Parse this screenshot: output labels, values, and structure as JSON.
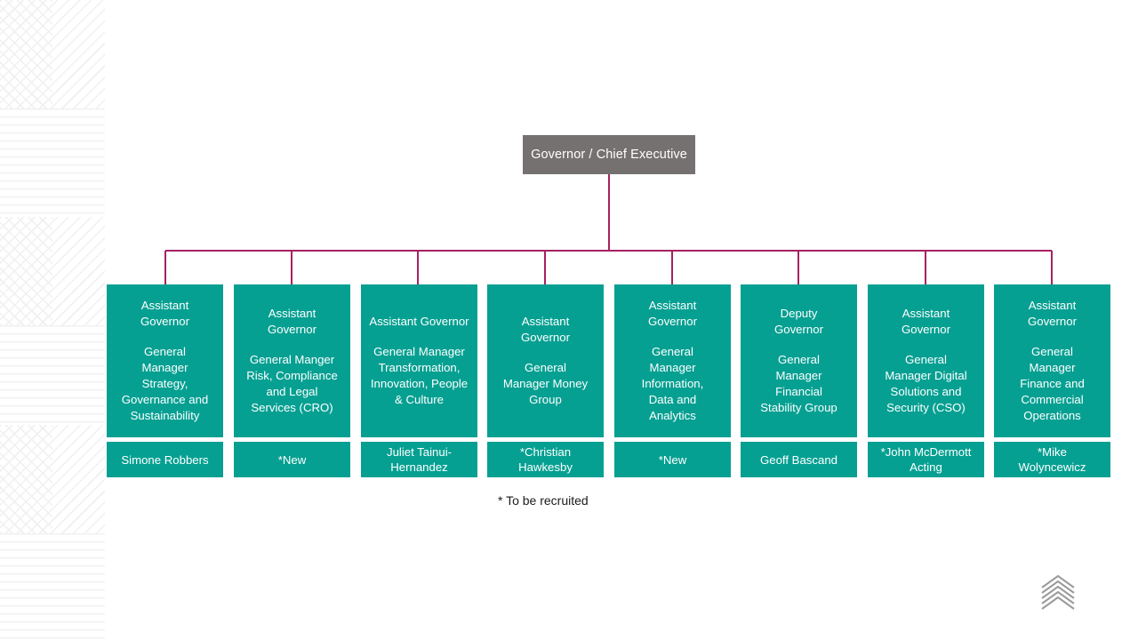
{
  "chart_data": {
    "type": "diagram",
    "title": "Organisation structure chart",
    "root": {
      "label": "Governor / Chief Executive",
      "color": "#767171"
    },
    "node_color": "#06a092",
    "connector_color": "#a52261",
    "footnote": "* To be recruited",
    "nodes": [
      {
        "title": "Assistant\nGovernor",
        "subtitle": "General\nManager\nStrategy,\nGovernance and\nSustainability",
        "name": "Simone Robbers"
      },
      {
        "title": "Assistant\nGovernor",
        "subtitle": "General Manger\nRisk, Compliance\nand Legal\nServices (CRO)",
        "name": "*New"
      },
      {
        "title": "Assistant Governor",
        "subtitle": "General Manager\nTransformation,\nInnovation, People\n& Culture",
        "name": "Juliet Tainui-\nHernandez"
      },
      {
        "title": "Assistant\nGovernor",
        "subtitle": "General\nManager Money\nGroup",
        "name": "*Christian\nHawkesby"
      },
      {
        "title": "Assistant\nGovernor",
        "subtitle": "General\nManager\nInformation,\nData and\nAnalytics",
        "name": "*New"
      },
      {
        "title": "Deputy\nGovernor",
        "subtitle": "General\nManager\nFinancial\nStability Group",
        "name": "Geoff Bascand"
      },
      {
        "title": "Assistant\nGovernor",
        "subtitle": "General\nManager Digital\nSolutions and\nSecurity (CSO)",
        "name": "*John McDermott\nActing"
      },
      {
        "title": "Assistant\nGovernor",
        "subtitle": "General\nManager\nFinance and\nCommercial\nOperations",
        "name": "*Mike\nWolyncewicz"
      }
    ]
  },
  "brand": {
    "logo_name": "chevron-stack-logo"
  }
}
